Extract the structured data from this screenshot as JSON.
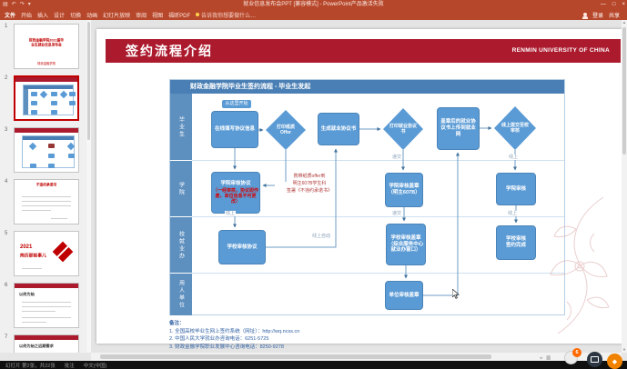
{
  "window": {
    "title": "就业信息发布会PPT [兼容模式] - PowerPoint产品激活失败",
    "minimize": "—",
    "maximize": "□",
    "close": "×"
  },
  "ribbon": {
    "tabs": [
      "文件",
      "开始",
      "插入",
      "设计",
      "切换",
      "动画",
      "幻灯片放映",
      "审阅",
      "视图",
      "福昕PDF"
    ],
    "search": "告诉我你想要做什么…",
    "signin": "登录",
    "share": "共享"
  },
  "sidebar": {
    "slides": [
      {
        "num": "1",
        "title": "财政金融学院2022届毕业生就业信息发布会",
        "footer": "财政金融学院"
      },
      {
        "num": "2"
      },
      {
        "num": "3"
      },
      {
        "num": "4",
        "title": "不违约承诺书"
      },
      {
        "num": "5",
        "year": "2021",
        "title": "简历那些事儿"
      },
      {
        "num": "6",
        "title": "以终为始"
      },
      {
        "num": "7",
        "title": "以终为始之远期需求"
      }
    ]
  },
  "slide": {
    "banner": {
      "title": "签约流程介绍",
      "org": "RENMIN UNIVERSITY OF CHINA"
    },
    "chart": {
      "header": "财政金融学院毕业生签约流程 - 毕业生发起",
      "start": "从这里开始",
      "lanes": [
        "毕业生",
        "学院",
        "校就业办",
        "用人单位"
      ],
      "n1": "在线填写协议信息",
      "n2": "打印纸质\nOffer",
      "n3": "生成就业协议书",
      "n4": "打印就业协议书",
      "n5": "盖章后的就业协议书上传到就业网",
      "n6": "线上提交至校审核",
      "n7": "学院审核协议",
      "n7warn": "（一经审核，协议即作废，单位信息不可更改）",
      "note": "携带纸质offer到\n明主607B学生科\n签署《不违约承诺书》",
      "n8": "学院审核盖章\n（明主607B）",
      "n9": "学院审核",
      "n10": "学校审核协议",
      "n11": "学校审核盖章\n（综合服务中心\n就业办窗口）",
      "n12": "学校审核\n签约完成",
      "n13": "单位审核盖章",
      "lbl_submit": "递交",
      "lbl_online": "线上",
      "lbl_auto": "线上自动"
    },
    "notes": {
      "title": "备注：",
      "items": [
        "1. 全国高校毕业生网上签约系统（网址）：http://wq.ncss.cn",
        "2. 中国人民大学就业办咨询电话：6251-5725",
        "3. 财政金融学院职业发展中心咨询电话：8250-9278"
      ]
    }
  },
  "statusbar": {
    "slideinfo": "幻灯片 第2张，共22张",
    "comments": "批注",
    "lang": "中文(中国)"
  },
  "overlay": {
    "badge": "6"
  }
}
